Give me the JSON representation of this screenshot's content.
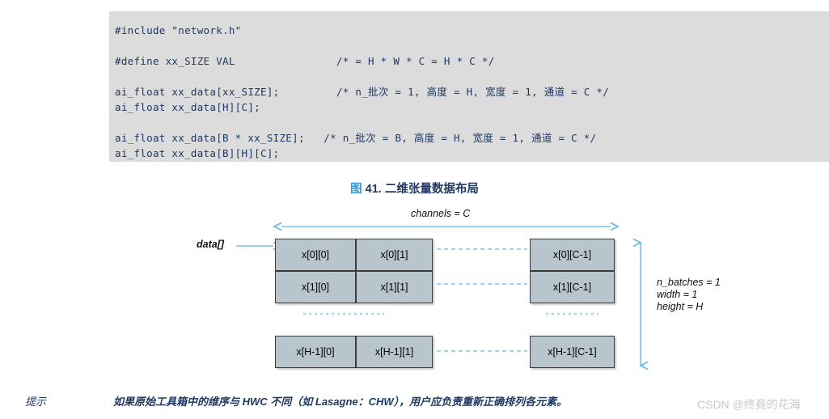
{
  "code_block": {
    "background": "#dcdcdc",
    "text_color": "#1f3864",
    "lines": [
      "#include \"network.h\"",
      "",
      "#define xx_SIZE VAL                /* = H * W * C = H * C */",
      "",
      "ai_float xx_data[xx_SIZE];         /* n_批次 = 1, 高度 = H, 宽度 = 1, 通道 = C */",
      "ai_float xx_data[H][C];",
      "",
      "ai_float xx_data[B * xx_SIZE];   /* n_批次 = B, 高度 = H, 宽度 = 1, 通道 = C */",
      "ai_float xx_data[B][H][C];"
    ]
  },
  "figure": {
    "caption_prefix": "图",
    "caption_number": "41.",
    "caption_title": "二维张量数据布局",
    "prefix_color": "#2e9bd6",
    "title_color": "#1f3864"
  },
  "diagram": {
    "arrow_color": "#5bb3e4",
    "cell_fill": "#b9c5cd",
    "cell_border": "#3b3b3b",
    "top_axis_label": "channels = C",
    "input_label": "data[]",
    "side_labels": [
      "n_batches = 1",
      "width = 1",
      "height = H"
    ],
    "rows": [
      {
        "cells": [
          "x[0][0]",
          "x[0][1]"
        ],
        "last": "x[0][C-1]"
      },
      {
        "cells": [
          "x[1][0]",
          "x[1][1]"
        ],
        "last": "x[1][C-1]"
      },
      {
        "cells": [
          "x[H-1][0]",
          "x[H-1][1]"
        ],
        "last": "x[H-1][C-1]"
      }
    ]
  },
  "footer": {
    "label": "提示",
    "text": "如果原始工具箱中的维序与 HWC 不同（如 Lasagne：CHW），用户应负责重新正确排列各元素。"
  },
  "watermark": {
    "text": "CSDN @终竟的花海"
  }
}
